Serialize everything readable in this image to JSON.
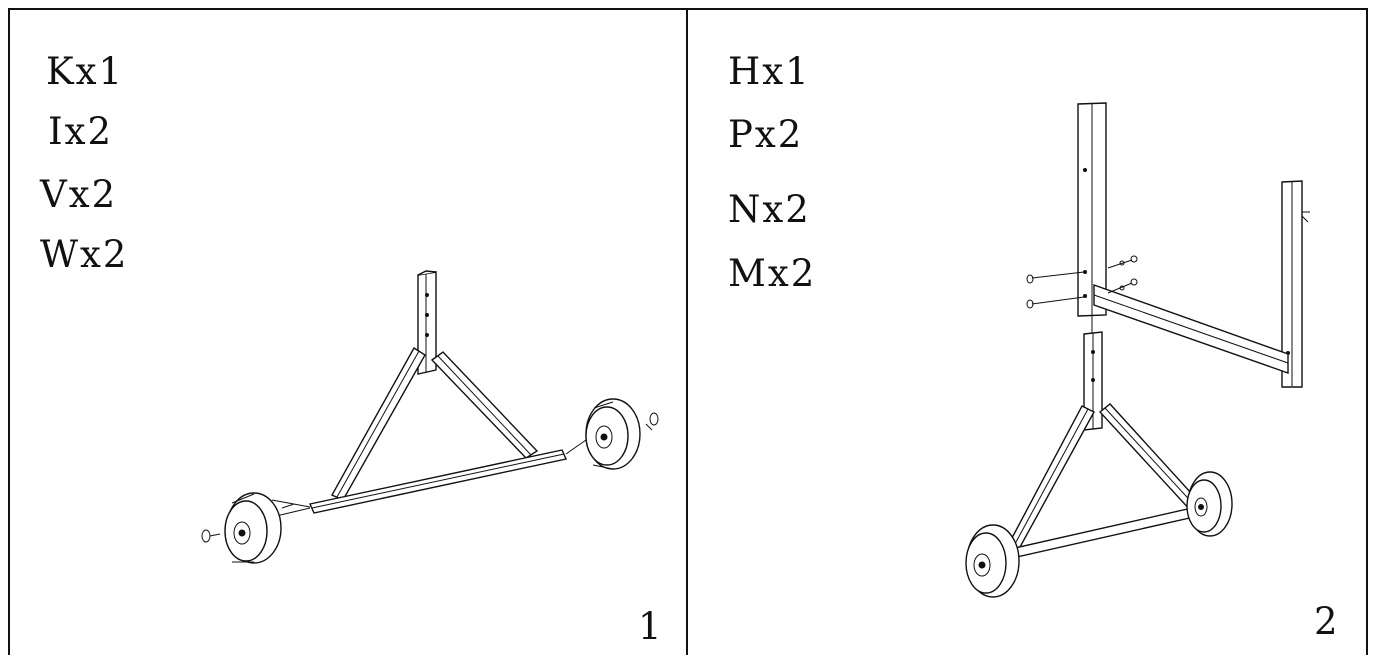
{
  "steps": [
    {
      "number": "1",
      "parts": [
        "Kx1",
        "Ix2",
        "Vx2",
        "Wx2"
      ]
    },
    {
      "number": "2",
      "parts": [
        "Hx1",
        "Px2",
        "Nx2",
        "Mx2"
      ]
    }
  ]
}
